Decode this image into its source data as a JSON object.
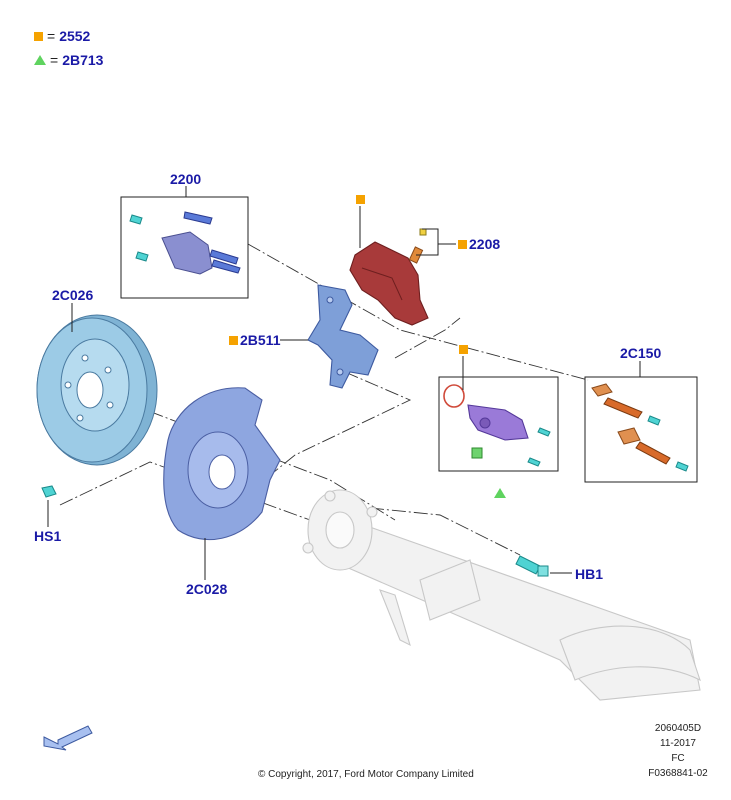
{
  "legend": [
    {
      "marker": "square",
      "color": "#f5a200",
      "equals": "=",
      "code": "2552"
    },
    {
      "marker": "triangle",
      "color": "#5fd35f",
      "equals": "=",
      "code": "2B713"
    }
  ],
  "callouts": {
    "pads": "2200",
    "caliper": "2208",
    "disc": "2C026",
    "anchor_bracket": "2B511",
    "guide_pin_kit": "2C150",
    "wheel_bolt": "HS1",
    "backing_plate": "2C028",
    "hub_bolt": "HB1"
  },
  "footer": {
    "illustration_id": "2060405D",
    "date": "11-2017",
    "region": "FC",
    "figure_number": "F0368841-02",
    "copyright": "© Copyright, 2017, Ford Motor Company Limited"
  },
  "colors": {
    "callout_text": "#1a1aa6",
    "disc": "#9ccbe6",
    "backing_plate": "#8ea6e0",
    "anchor_bracket": "#7e9fd8",
    "caliper": "#a83a3a",
    "piston_housing": "#9a7ad8",
    "guide_pin": "#d86a2a",
    "bolt": "#4fd3d3",
    "axle": "#f2f2f2"
  },
  "icons": {
    "view_direction": "view-direction-arrow-icon"
  }
}
